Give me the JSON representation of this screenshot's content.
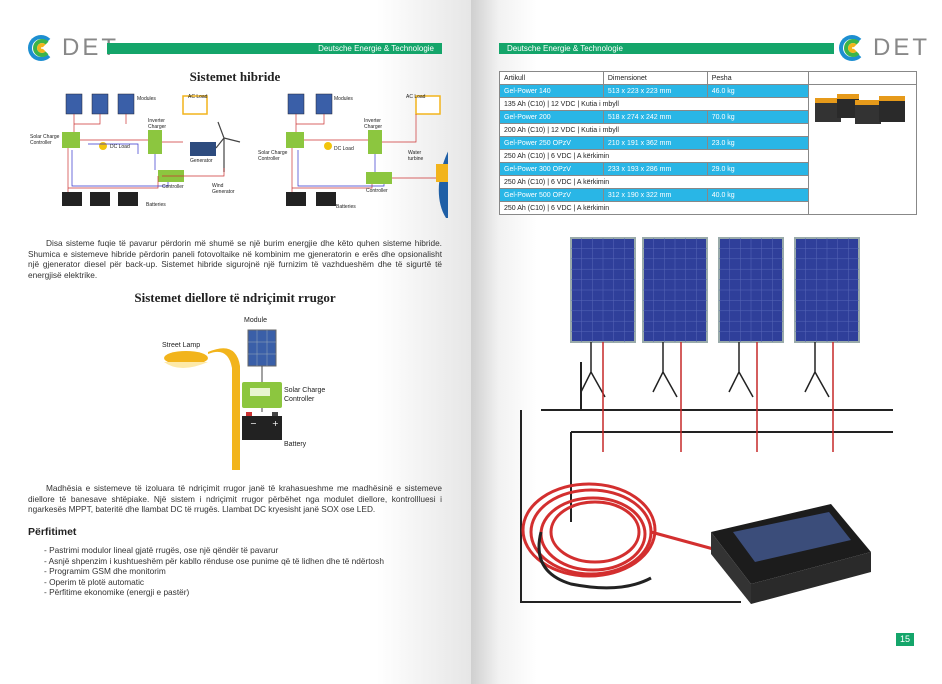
{
  "brand": {
    "logo_text": "DET",
    "tagline": "Deutsche Energie & Technologie"
  },
  "left": {
    "title1": "Sistemet hibride",
    "para1": "Disa sisteme fuqie të pavarur përdorin më shumë se një burim energjie dhe këto quhen sisteme hibride. Shumica e sistemeve hibride përdorin paneli fotovoltaike në kombinim me gjeneratorin e erës dhe opsionalisht një gjenerator diesel për back-up. Sistemet hibride sigurojnë një furnizim të vazhdueshëm dhe të sigurtë të energjisë elektrike.",
    "title2": "Sistemet diellore të ndriçimit rrugor",
    "para2": "Madhësia e sistemeve të izoluara të ndriçimit rrugor janë të krahasueshme me madhësinë e sistemeve diellore të banesave shtëpiake. Një sistem i ndriçimit rrugor përbëhet nga modulet diellore, kontrollluesi i ngarkesës MPPT, bateritë dhe llambat DC të rrugës. Llambat DC kryesisht janë SOX ose LED.",
    "benefits_title": "Përfitimet",
    "benefits": [
      "Pastrimi modulor lineal gjatë rrugës, ose një qëndër të pavarur",
      "Asnjë shpenzim i kushtueshëm për kabllo rënduse ose punime që të lidhen dhe të ndërtosh",
      "Programim GSM dhe monitorim",
      "Operim të plotë automatic",
      "Përfitime ekonomike (energji e pastër)"
    ],
    "hybrid_labels": {
      "modules": "Modules",
      "ac_load": "AC Load",
      "inverter_charger": "Inverter Charger",
      "solar_charge_controller": "Solar Charge Controller",
      "dc_load": "DC Load",
      "generator": "Generator",
      "controller": "Controller",
      "wind_generator": "Wind Generator",
      "batteries": "Batteries",
      "water_turbine": "Water turbine"
    },
    "street_labels": {
      "module": "Module",
      "street_lamp": "Street Lamp",
      "solar_charge_controller": "Solar Charge Controller",
      "battery": "Battery"
    }
  },
  "right": {
    "table_headers": [
      "Artikull",
      "Dimensionet",
      "Pesha"
    ],
    "table_rows": [
      {
        "a": "Gel-Power 140",
        "d": "513 x 223 x 223 mm",
        "w": "46.0 kg",
        "green": true
      },
      {
        "a": "135 Ah (C10) | 12 VDC | Kutia i mbyll",
        "d": "",
        "w": "",
        "green": false
      },
      {
        "a": "Gel-Power 200",
        "d": "518 x 274 x 242 mm",
        "w": "70.0 kg",
        "green": true
      },
      {
        "a": "200 Ah (C10) | 12 VDC | Kutia i mbyll",
        "d": "",
        "w": "",
        "green": false
      },
      {
        "a": "Gel-Power 250 OPzV",
        "d": "210 x 191 x 362 mm",
        "w": "23.0 kg",
        "green": true
      },
      {
        "a": "250 Ah (C10) | 6 VDC | A kërkimin",
        "d": "",
        "w": "",
        "green": false
      },
      {
        "a": "Gel-Power 300 OPzV",
        "d": "233 x 193 x 286 mm",
        "w": "29.0 kg",
        "green": true
      },
      {
        "a": "250 Ah (C10) | 6 VDC | A kërkimin",
        "d": "",
        "w": "",
        "green": false
      },
      {
        "a": "Gel-Power 500 OPzV",
        "d": "312 x 190 x 322 mm",
        "w": "40.0 kg",
        "green": true
      },
      {
        "a": "250 Ah (C10) | 6 VDC | A kërkimin",
        "d": "",
        "w": "",
        "green": false
      }
    ],
    "page_number": "15"
  }
}
